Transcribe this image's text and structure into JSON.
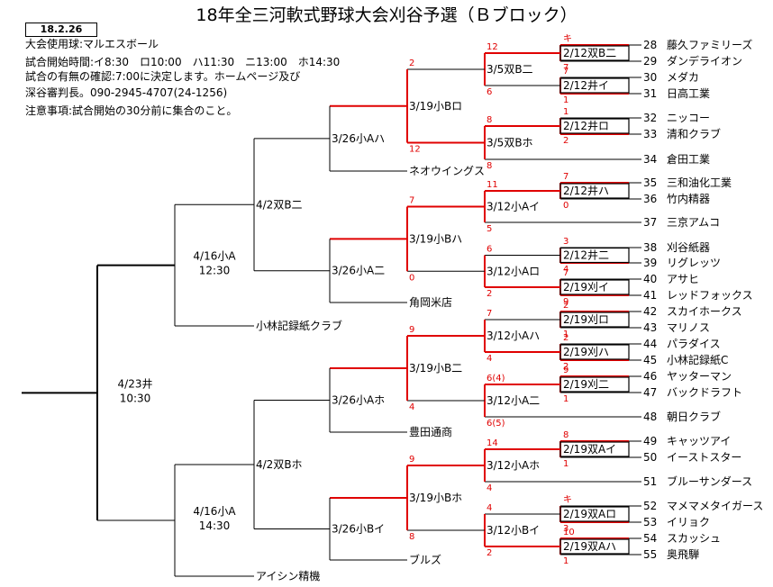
{
  "title": "18年全三河軟式野球大会刈谷予選（Ｂブロック）",
  "date_stamp": "18.2.26",
  "notes": [
    "大会使用球:マルエスボール",
    "試合開始時間:イ8:30　ロ10:00　ハ11:30　ニ13:00　ホ14:30",
    "試合の有無の確認:7:00に決定します。ホームページ及び",
    "深谷審判長。090-2945-4707(24-1256)",
    "注意事項:試合開始の30分前に集合のこと。"
  ],
  "teams": [
    {
      "no": "28",
      "name": "藤久ファミリーズ"
    },
    {
      "no": "29",
      "name": "ダンデライオン"
    },
    {
      "no": "30",
      "name": "メダカ"
    },
    {
      "no": "31",
      "name": "日高工業"
    },
    {
      "no": "32",
      "name": "ニッコー"
    },
    {
      "no": "33",
      "name": "清和クラブ"
    },
    {
      "no": "34",
      "name": "倉田工業"
    },
    {
      "no": "35",
      "name": "三和油化工業"
    },
    {
      "no": "36",
      "name": "竹内精器"
    },
    {
      "no": "37",
      "name": "三京アムコ"
    },
    {
      "no": "38",
      "name": "刈谷紙器"
    },
    {
      "no": "39",
      "name": "リグレッツ"
    },
    {
      "no": "40",
      "name": "アサヒ"
    },
    {
      "no": "41",
      "name": "レッドフォックス"
    },
    {
      "no": "42",
      "name": "スカイホークス"
    },
    {
      "no": "43",
      "name": "マリノス"
    },
    {
      "no": "44",
      "name": "パラダイス"
    },
    {
      "no": "45",
      "name": "小林記録紙C"
    },
    {
      "no": "46",
      "name": "ヤッターマン"
    },
    {
      "no": "47",
      "name": "バックドラフト"
    },
    {
      "no": "48",
      "name": "朝日クラブ"
    },
    {
      "no": "49",
      "name": "キャッツアイ"
    },
    {
      "no": "50",
      "name": "イーストスター"
    },
    {
      "no": "51",
      "name": "ブルーサンダース"
    },
    {
      "no": "52",
      "name": "マメマメタイガース"
    },
    {
      "no": "53",
      "name": "イリョク"
    },
    {
      "no": "54",
      "name": "スカッシュ"
    },
    {
      "no": "55",
      "name": "奥飛騨"
    }
  ],
  "round1": [
    "2/12双B二",
    "2/12井イ",
    "2/12井ロ",
    "2/12井ハ",
    "2/12井二",
    "2/19刈イ",
    "2/19刈ロ",
    "2/19刈ハ",
    "2/19刈二",
    "2/19双Aイ",
    "2/19双Aロ",
    "2/19双Aハ"
  ],
  "round2": [
    "3/5双B二",
    "3/5双Bホ",
    "3/12小Aイ",
    "3/12小Aロ",
    "3/12小Aハ",
    "3/12小A二",
    "3/12小Aホ",
    "3/12小Bイ"
  ],
  "round3": [
    "3/19小Bロ",
    "3/19小Bハ",
    "3/19小B二",
    "3/19小Bホ"
  ],
  "round4": [
    "3/26小Aハ",
    "3/26小A二",
    "3/26小Aホ",
    "3/26小Bイ"
  ],
  "round5": [
    "4/2双B二",
    "4/2双Bホ"
  ],
  "round6": [
    {
      "label": "4/16小A",
      "time": "12:30"
    },
    {
      "label": "4/16小A",
      "time": "14:30"
    }
  ],
  "final": {
    "label": "4/23井",
    "time": "10:30"
  },
  "seeds": [
    "ネオウイングス",
    "角岡米店",
    "小林記録紙クラブ",
    "豊田通商",
    "ブルズ",
    "アイシン精機"
  ],
  "scores": [
    {
      "id": "r1-1-top",
      "v": "キ"
    },
    {
      "id": "r1-1-bot",
      "v": "7"
    },
    {
      "id": "r1-2-top",
      "v": "7"
    },
    {
      "id": "r1-2-bot",
      "v": "1"
    },
    {
      "id": "r1-3-top",
      "v": "1"
    },
    {
      "id": "r1-3-bot",
      "v": "2"
    },
    {
      "id": "r1-4-top",
      "v": "7"
    },
    {
      "id": "r1-4-bot",
      "v": "0"
    },
    {
      "id": "r1-5-top",
      "v": "3"
    },
    {
      "id": "r1-5-bot",
      "v": "4"
    },
    {
      "id": "r1-6-top",
      "v": "7"
    },
    {
      "id": "r1-6-bot",
      "v": "9"
    },
    {
      "id": "r1-7-top",
      "v": "2"
    },
    {
      "id": "r1-7-bot",
      "v": "1"
    },
    {
      "id": "r1-8-top",
      "v": "2"
    },
    {
      "id": "r1-8-bot",
      "v": "2"
    },
    {
      "id": "r1-9-top",
      "v": "9"
    },
    {
      "id": "r1-9-bot",
      "v": "1"
    },
    {
      "id": "r1-10-top",
      "v": "8"
    },
    {
      "id": "r1-10-bot",
      "v": "1"
    },
    {
      "id": "r1-11-top",
      "v": "キ"
    },
    {
      "id": "r1-11-bot",
      "v": "3"
    },
    {
      "id": "r1-12-top",
      "v": "10"
    },
    {
      "id": "r1-12-bot",
      "v": "1"
    },
    {
      "id": "r2-1-top",
      "v": "12"
    },
    {
      "id": "r2-1-bot",
      "v": "6"
    },
    {
      "id": "r2-2-top",
      "v": "8"
    },
    {
      "id": "r2-2-bot",
      "v": "8"
    },
    {
      "id": "r2-3-top",
      "v": "11"
    },
    {
      "id": "r2-3-bot",
      "v": "5"
    },
    {
      "id": "r2-4-top",
      "v": "6"
    },
    {
      "id": "r2-4-bot",
      "v": "2"
    },
    {
      "id": "r2-5-top",
      "v": "7"
    },
    {
      "id": "r2-5-bot",
      "v": "4"
    },
    {
      "id": "r2-6-top",
      "v": "6(4)"
    },
    {
      "id": "r2-6-bot",
      "v": "6(5)"
    },
    {
      "id": "r2-7-top",
      "v": "14"
    },
    {
      "id": "r2-7-bot",
      "v": "4"
    },
    {
      "id": "r2-8-top",
      "v": "4"
    },
    {
      "id": "r2-8-bot",
      "v": "2"
    },
    {
      "id": "r3-1-top",
      "v": "2"
    },
    {
      "id": "r3-1-bot",
      "v": "12"
    },
    {
      "id": "r3-2-top",
      "v": "7"
    },
    {
      "id": "r3-2-bot",
      "v": "0"
    },
    {
      "id": "r3-3-top",
      "v": "9"
    },
    {
      "id": "r3-3-bot",
      "v": "4"
    },
    {
      "id": "r3-4-top",
      "v": "9"
    },
    {
      "id": "r3-4-bot",
      "v": "8"
    }
  ]
}
